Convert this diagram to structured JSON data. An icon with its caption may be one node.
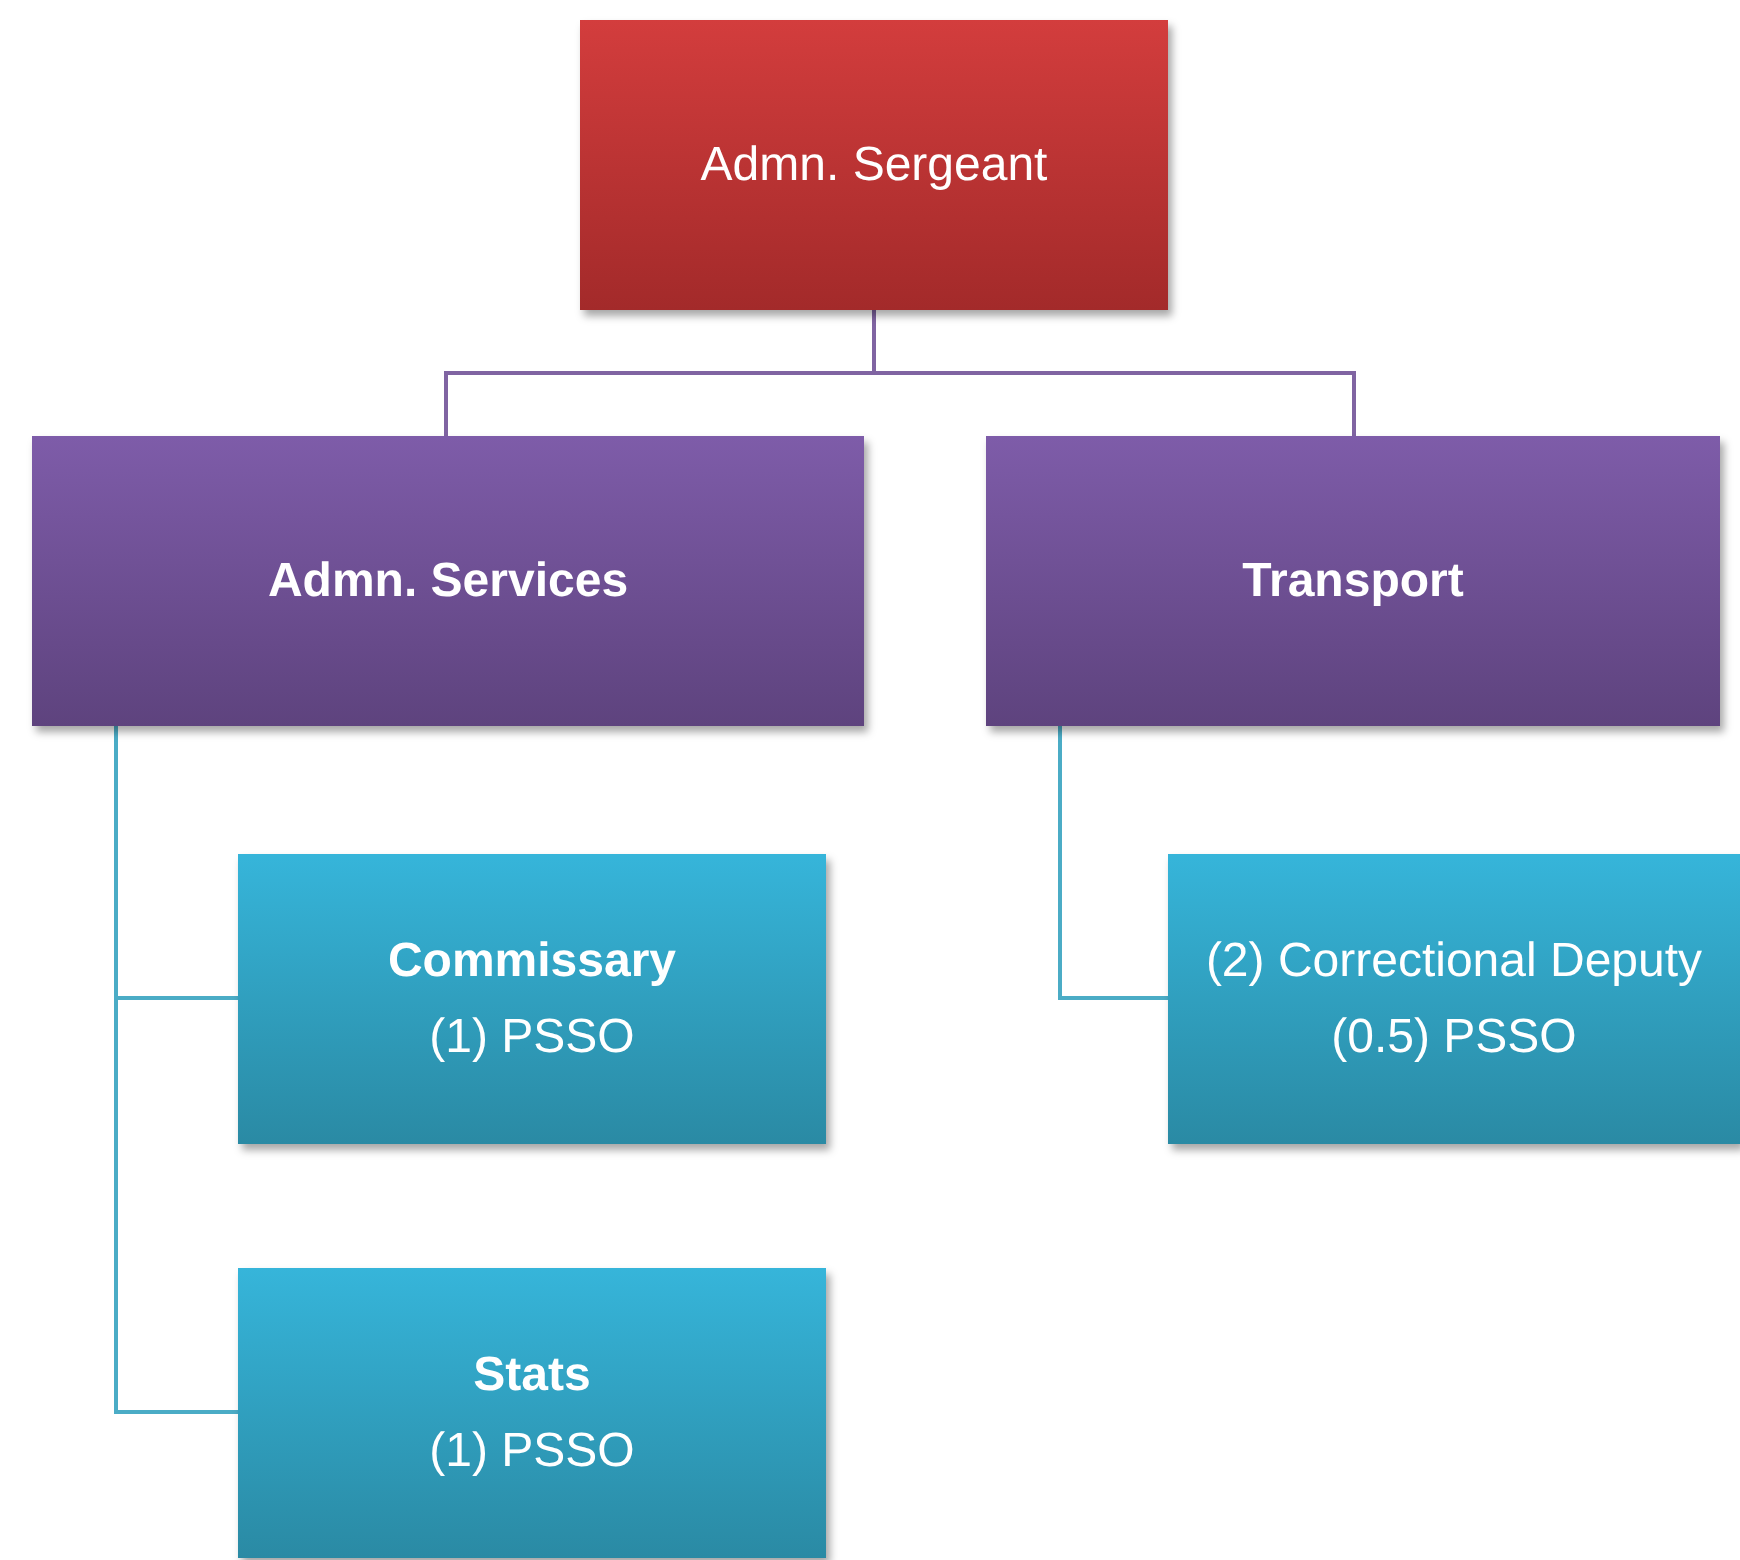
{
  "diagram": {
    "nodes": [
      {
        "text": [
          "Admn. Sergeant"
        ]
      },
      {
        "text": [
          "Admn. Services"
        ]
      },
      {
        "text": [
          "Transport"
        ]
      },
      {
        "text": [
          "Commissary",
          "(1) PSSO"
        ]
      },
      {
        "text": [
          "Stats",
          "(1) PSSO"
        ]
      },
      {
        "text": [
          "(2) Correctional Deputy",
          "(0.5) PSSO"
        ]
      }
    ],
    "edges": [
      {
        "from": 0,
        "to": 1,
        "arrow": "none",
        "color": "#8064a2"
      },
      {
        "from": 0,
        "to": 2,
        "arrow": "none",
        "color": "#8064a2"
      },
      {
        "from": 1,
        "to": 3,
        "arrow": "none"
      },
      {
        "from": 1,
        "to": 4,
        "arrow": "none"
      },
      {
        "from": 2,
        "to": 5,
        "arrow": "none"
      }
    ]
  }
}
